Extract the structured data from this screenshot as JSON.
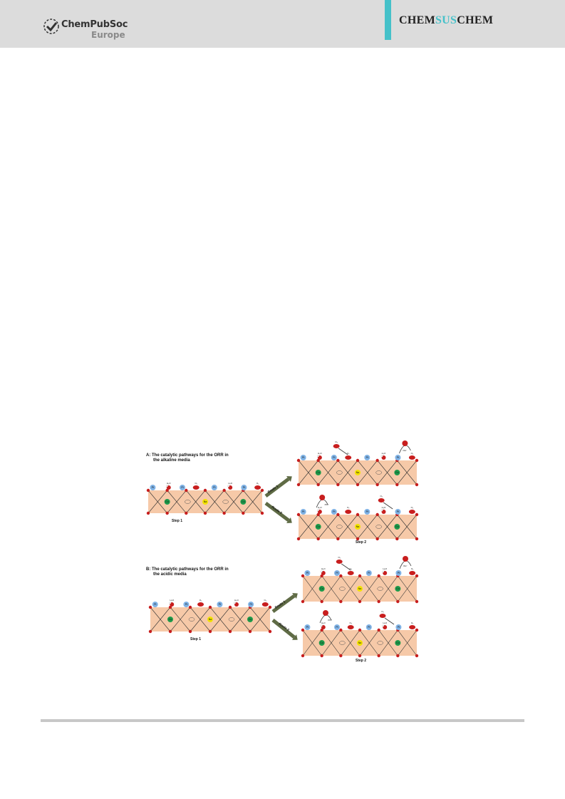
{
  "header": {
    "publisher_line1": "ChemPubSoc",
    "publisher_line2": "Europe",
    "journal_part1": "CHEM",
    "journal_part2": "SUS",
    "journal_part3": "CHEM",
    "accent_color": "#45c1c9",
    "header_bg": "#dcdcdc"
  },
  "figure": {
    "panel_a": {
      "title_line1": "A:  The catalytic pathways for the ORR in",
      "title_line2": "the alkaline media",
      "step1": "Step 1",
      "step2": "Step 2",
      "route1": "Route 1",
      "route2": "Route 2"
    },
    "panel_b": {
      "title_line1": "B:  The catalytic pathways for the ORR in",
      "title_line2": "the acidic media",
      "step1": "Step 1",
      "step2": "Step 2",
      "route1": "Route 1",
      "route2": "Route 2"
    },
    "colors": {
      "slab": "#f6c9a8",
      "pt": "#7fb2e5",
      "oxygen": "#c81e1e",
      "co": "#1e9a4b",
      "na": "#f2e200",
      "arrow": "#5f6b45"
    },
    "atom_labels": {
      "pt": "Pt",
      "co": "Co",
      "na": "Na",
      "o2": "O₂",
      "h2o": "H₂O",
      "oh": "OH⁻",
      "pto": "PtO"
    }
  }
}
